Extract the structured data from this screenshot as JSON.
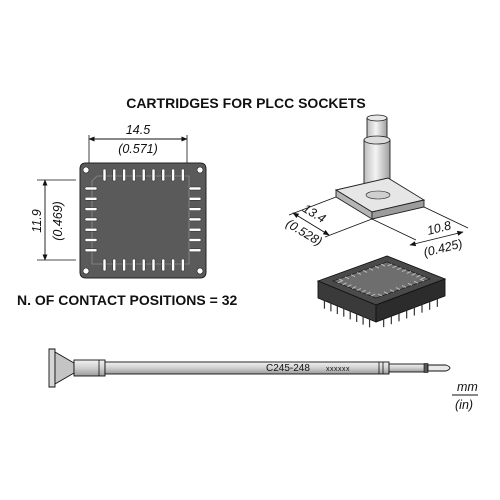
{
  "title": "CARTRIDGES FOR PLCC SOCKETS",
  "contact_positions": "N. OF CONTACT POSITIONS = 32",
  "socket_top_view": {
    "width_mm": "14.5",
    "width_in": "(0.571)",
    "height_mm": "11.9",
    "height_in": "(0.469)"
  },
  "cartridge_3d": {
    "length_mm": "13.4",
    "length_in": "(0.528)",
    "width_mm": "10.8",
    "width_in": "(0.425)"
  },
  "cartridge_part": {
    "model": "C245-248",
    "code": "xxxxxx"
  },
  "units": {
    "primary": "mm",
    "secondary": "(in)"
  },
  "colors": {
    "socket_fill": "#5a5a5a",
    "cartridge_fill": "#d9d9d9",
    "line": "#111111"
  }
}
